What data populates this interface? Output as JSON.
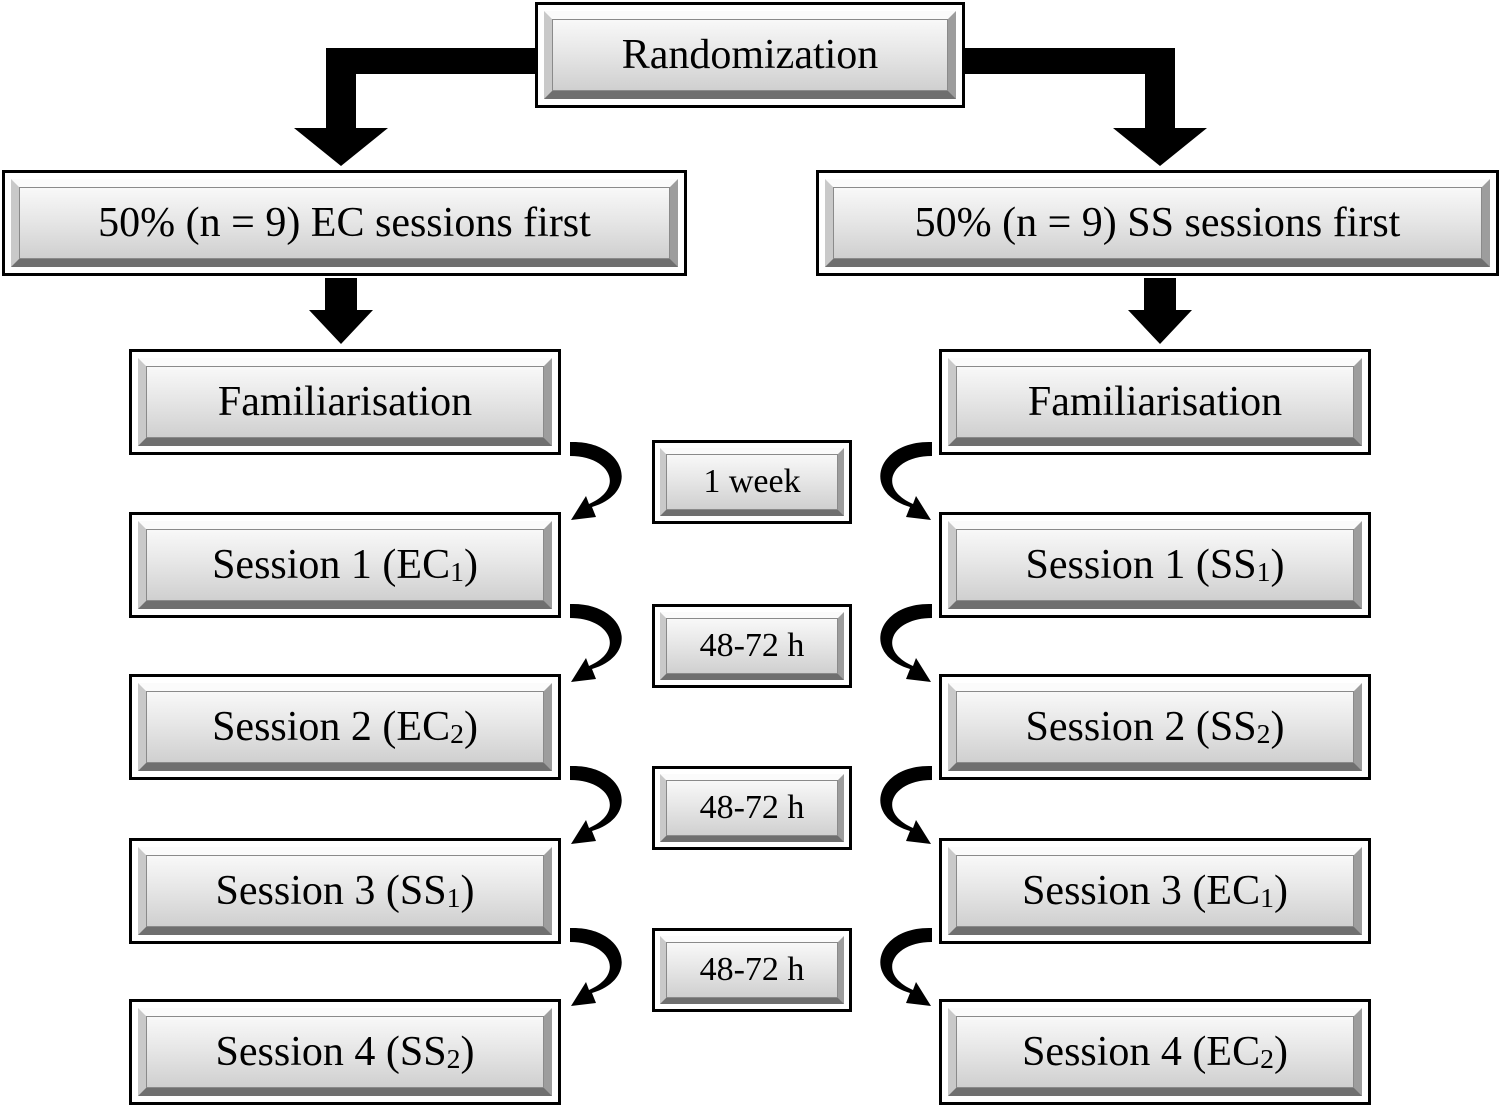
{
  "randomization": "Randomization",
  "groups": {
    "ec_first": "50% (n = 9) EC sessions first",
    "ss_first": "50% (n = 9) SS sessions first"
  },
  "left_column": {
    "familiarisation": "Familiarisation",
    "sessions": [
      {
        "prefix": "Session 1 (EC",
        "sub": "1",
        "suffix": ")"
      },
      {
        "prefix": "Session 2 (EC",
        "sub": "2",
        "suffix": ")"
      },
      {
        "prefix": "Session 3 (SS",
        "sub": "1",
        "suffix": ")"
      },
      {
        "prefix": "Session 4 (SS",
        "sub": "2",
        "suffix": ")"
      }
    ]
  },
  "right_column": {
    "familiarisation": "Familiarisation",
    "sessions": [
      {
        "prefix": "Session 1 (SS",
        "sub": "1",
        "suffix": ")"
      },
      {
        "prefix": "Session 2 (SS",
        "sub": "2",
        "suffix": ")"
      },
      {
        "prefix": "Session 3 (EC",
        "sub": "1",
        "suffix": ")"
      },
      {
        "prefix": "Session 4 (EC",
        "sub": "2",
        "suffix": ")"
      }
    ]
  },
  "intervals": [
    "1 week",
    "48-72 h",
    "48-72 h",
    "48-72 h"
  ]
}
